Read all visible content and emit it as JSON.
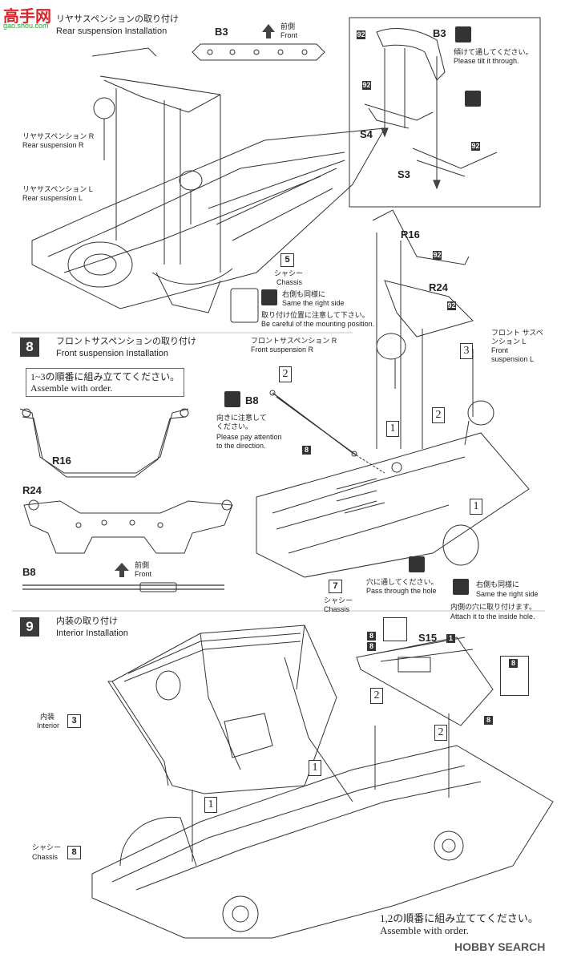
{
  "watermark_top": {
    "logo": "高手网",
    "url": "gao.shou.com"
  },
  "watermark_bottom": "HOBBY SEARCH",
  "step7": {
    "title_jp": "リヤサスペンションの取り付け",
    "title_en": "Rear suspension Installation",
    "b3": "B3",
    "front_jp": "前側",
    "front_en": "Front",
    "rear_r_jp": "リヤサスペンション R",
    "rear_r_en": "Rear suspension R",
    "rear_l_jp": "リヤサスペンション L",
    "rear_l_en": "Rear suspension L",
    "chassis_num": "5",
    "chassis_jp": "シャシー",
    "chassis_en": "Chassis",
    "same_right_jp": "右側も同様に",
    "same_right_en": "Same the right side",
    "careful_jp": "取り付け位置に注意して下さい。",
    "careful_en": "Be careful of the mounting position.",
    "inset": {
      "part92a": "92",
      "b3": "B3",
      "tilt_jp": "傾けて通してください。",
      "tilt_en": "Please tilt it through.",
      "part92b": "92",
      "s4": "S4",
      "s3": "S3",
      "part92c": "92"
    }
  },
  "step8": {
    "num": "8",
    "title_jp": "フロントサスペンションの取り付け",
    "title_en": "Front suspension Installation",
    "order_jp": "1~3の順番に組み立ててください。",
    "order_en": "Assemble with order.",
    "r16_left": "R16",
    "r24_left": "R24",
    "b8_left": "B8",
    "front_jp": "前側",
    "front_en": "Front",
    "r16": "R16",
    "part92a": "92",
    "r24": "R24",
    "part92b": "92",
    "front_r_jp": "フロントサスペンション R",
    "front_r_en": "Front suspension R",
    "front_l_jp": "フロント サスペンション L",
    "front_l_en1": "Front",
    "front_l_en2": "suspension L",
    "b8": "B8",
    "direction_jp1": "向きに注意して",
    "direction_jp2": "ください。",
    "direction_en1": "Please pay attention",
    "direction_en2": "to the direction.",
    "part8": "8",
    "ord1a": "1",
    "ord2a": "2",
    "ord3": "3",
    "ord2b": "2",
    "ord1b": "1",
    "chassis_num": "7",
    "chassis_jp": "シャシー",
    "chassis_en": "Chassis",
    "hole_jp": "穴に通してください。",
    "hole_en": "Pass through the hole",
    "same_right_jp": "右側も同様に",
    "same_right_en": "Same the right side",
    "inside_jp": "内側の穴に取り付けます。",
    "inside_en": "Attach it to the inside hole."
  },
  "step9": {
    "num": "9",
    "title_jp": "内装の取り付け",
    "title_en": "Interior Installation",
    "interior_jp": "内装",
    "interior_en": "Interior",
    "interior_num": "3",
    "s15": "S15",
    "part1": "1",
    "part8a": "8",
    "part8b": "8",
    "part8c": "8",
    "part8d": "8",
    "ord2a": "2",
    "ord1a": "1",
    "ord2b": "2",
    "ord1b": "1",
    "chassis_jp": "シャシー",
    "chassis_en": "Chassis",
    "chassis_num": "8",
    "order_jp": "1,2の順番に組み立ててください。",
    "order_en": "Assemble with order."
  },
  "colors": {
    "ink": "#222222",
    "box": "#3a3a3a",
    "watermark_red": "#d8262b",
    "watermark_green": "#2f9a3a"
  }
}
